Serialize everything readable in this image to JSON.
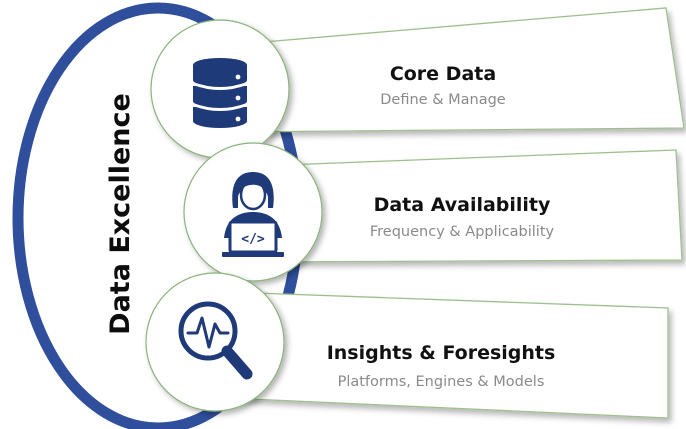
{
  "diagram": {
    "side_label": "Data Excellence",
    "colors": {
      "arc": "#2f4f9c",
      "icon": "#1f3a78",
      "circle_border": "#8ab37a",
      "panel_border": "#9cc08c",
      "title": "#111111",
      "subtitle": "#8a8a8a"
    },
    "items": [
      {
        "title": "Core Data",
        "subtitle": "Define & Manage",
        "icon": "database-icon"
      },
      {
        "title": "Data Availability",
        "subtitle": "Frequency & Applicability",
        "icon": "developer-laptop-icon"
      },
      {
        "title": "Insights & Foresights",
        "subtitle": "Platforms, Engines & Models",
        "icon": "magnifier-pulse-icon"
      }
    ]
  }
}
